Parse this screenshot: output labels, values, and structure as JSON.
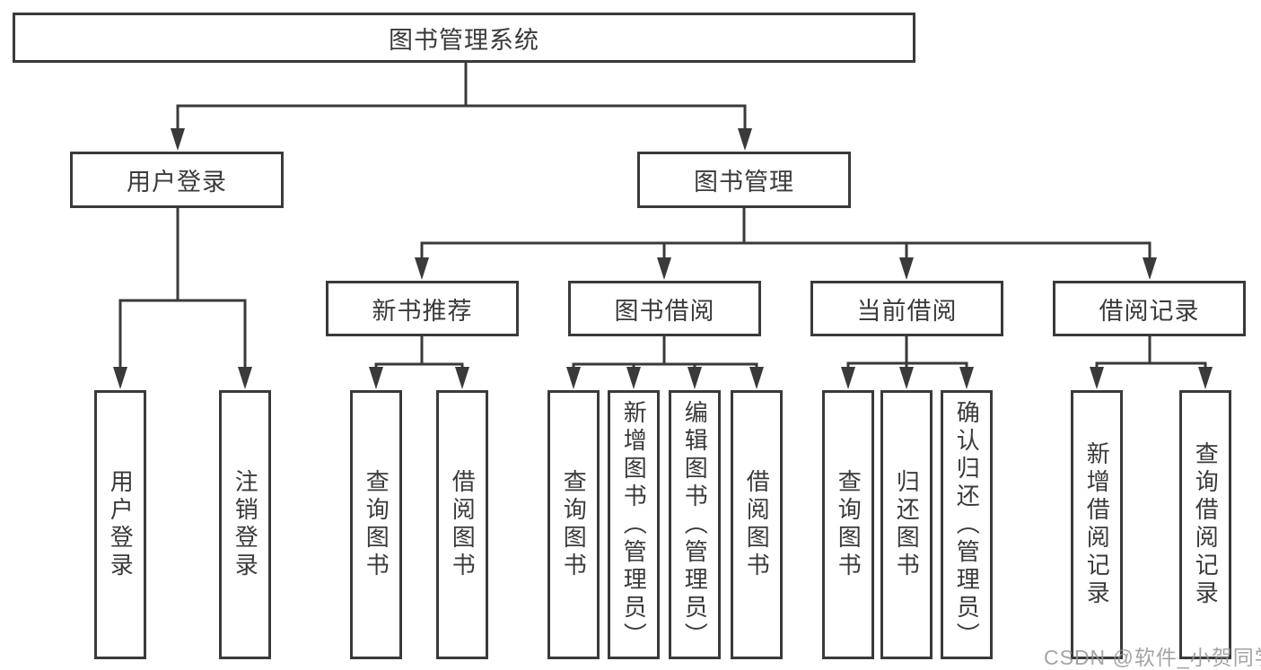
{
  "diagram": {
    "root": {
      "label": "图书管理系统"
    },
    "branches": [
      {
        "label": "用户登录",
        "children": [
          {
            "label": "用户登录"
          },
          {
            "label": "注销登录"
          }
        ]
      },
      {
        "label": "图书管理",
        "groups": [
          {
            "label": "新书推荐",
            "children": [
              {
                "label": "查询图书"
              },
              {
                "label": "借阅图书"
              }
            ]
          },
          {
            "label": "图书借阅",
            "children": [
              {
                "label": "查询图书"
              },
              {
                "label": "新增图书（管理员）"
              },
              {
                "label": "编辑图书（管理员）"
              },
              {
                "label": "借阅图书"
              }
            ]
          },
          {
            "label": "当前借阅",
            "children": [
              {
                "label": "查询图书"
              },
              {
                "label": "归还图书"
              },
              {
                "label": "确认归还（管理员）"
              }
            ]
          },
          {
            "label": "借阅记录",
            "children": [
              {
                "label": "新增借阅记录"
              },
              {
                "label": "查询借阅记录"
              }
            ]
          }
        ]
      }
    ]
  },
  "watermark": {
    "text": "CSDN @软件_小贺同学"
  },
  "colors": {
    "line": "#3a3a3a",
    "box_border": "#3a3a3a",
    "box_fill": "#ffffff",
    "text": "#3a3a3a",
    "watermark": "#949494",
    "background": "#ffffff"
  }
}
